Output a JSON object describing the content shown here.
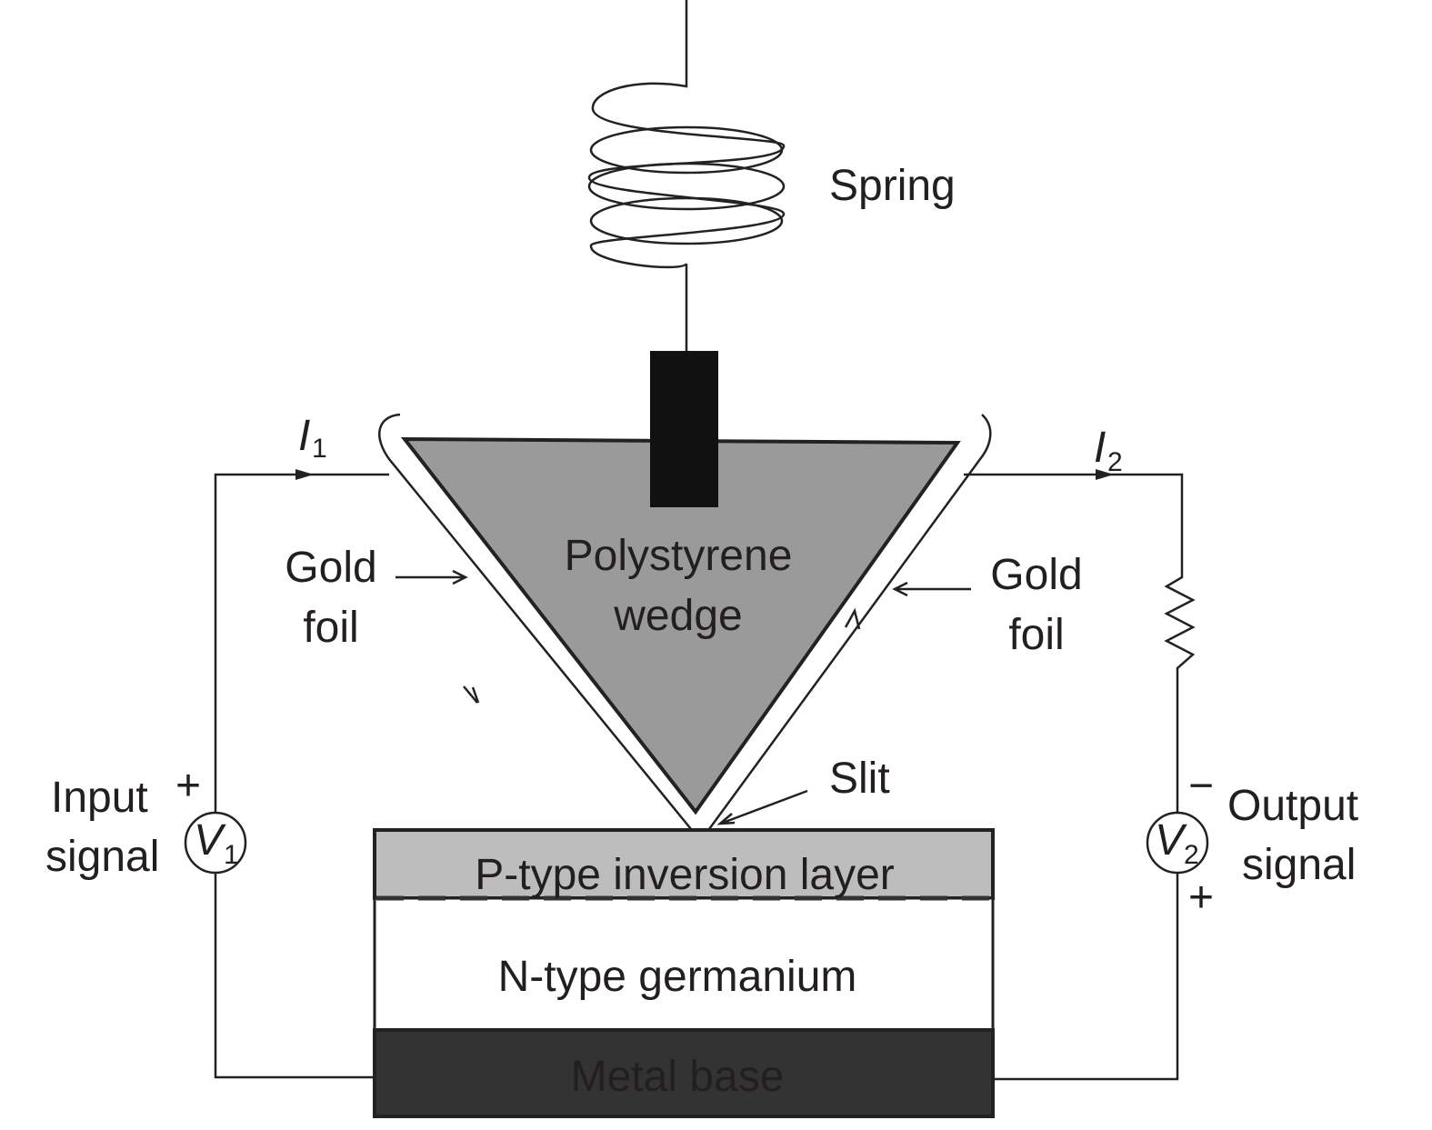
{
  "labels": {
    "spring": "Spring",
    "i1": "I",
    "i1_sub": "1",
    "i2": "I",
    "i2_sub": "2",
    "gold_foil_left_line1": "Gold",
    "gold_foil_left_line2": "foil",
    "gold_foil_right_line1": "Gold",
    "gold_foil_right_line2": "foil",
    "wedge_line1": "Polystyrene",
    "wedge_line2": "wedge",
    "slit": "Slit",
    "input_line1": "Input",
    "input_line2": "signal",
    "output_line1": "Output",
    "output_line2": "signal",
    "v1": "V",
    "v1_sub": "1",
    "v2": "V",
    "v2_sub": "2",
    "plus_input": "+",
    "minus_output": "−",
    "plus_output": "+",
    "p_layer": "P-type inversion layer",
    "n_layer": "N-type germanium",
    "metal_base": "Metal base"
  },
  "colors": {
    "wedge": "#9a9a9a",
    "p_layer": "#bdbdbd",
    "n_layer": "#ffffff",
    "metal_base": "#333333",
    "block": "#111111"
  }
}
